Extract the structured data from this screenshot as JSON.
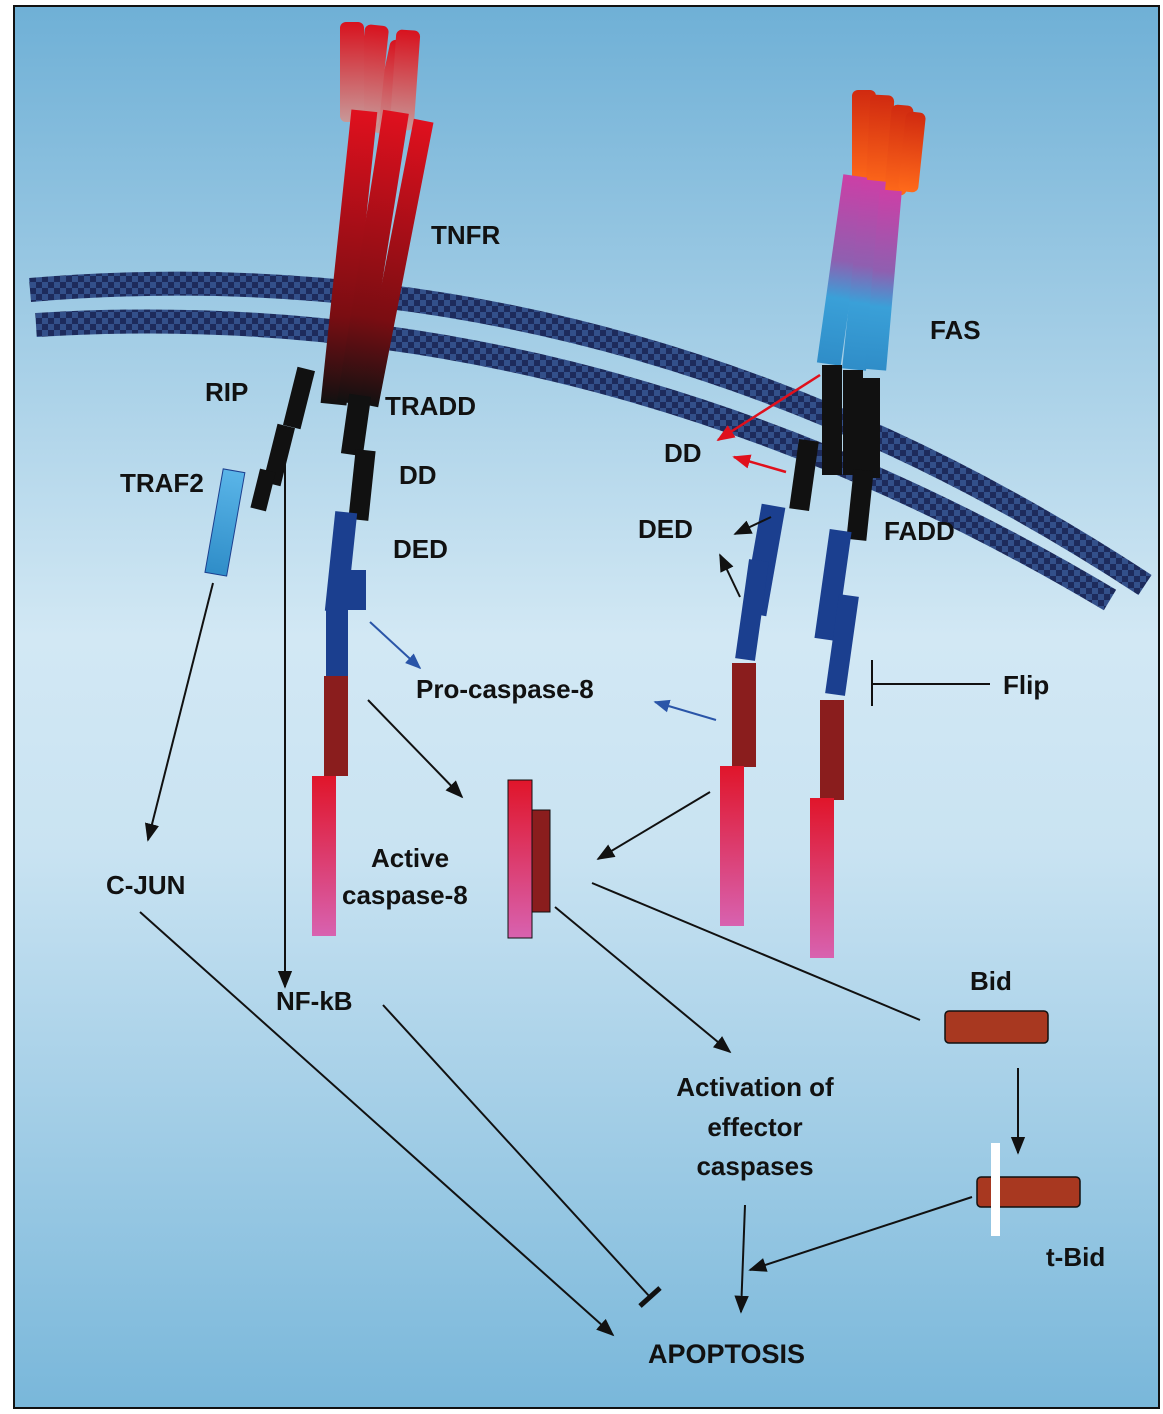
{
  "diagram": {
    "labels": {
      "tnfr": "TNFR",
      "fas": "FAS",
      "rip": "RIP",
      "tradd": "TRADD",
      "traf2": "TRAF2",
      "dd_left": "DD",
      "ded_left": "DED",
      "dd_right": "DD",
      "ded_right": "DED",
      "fadd": "FADD",
      "flip": "Flip",
      "pro_caspase8": "Pro-caspase-8",
      "active_line1": "Active",
      "active_line2": "caspase-8",
      "cjun": "C-JUN",
      "nfkb": "NF-kB",
      "bid": "Bid",
      "tbid": "t-Bid",
      "effector_line1": "Activation of",
      "effector_line2": "effector",
      "effector_line3": "caspases",
      "apoptosis": "APOPTOSIS"
    },
    "colors": {
      "background_top": "#6fb0d6",
      "background_mid": "#cfe6f3",
      "background_bottom": "#7db9db",
      "membrane": "#1d2b5c",
      "tnfr_red": "#d0121c",
      "fas_orange": "#e8420f",
      "fas_magenta": "#b0509a",
      "fas_blue": "#3aa0d8",
      "ded_blue": "#1b3f8f",
      "caspase_dark": "#8a1d1d",
      "caspase_red": "#d61a2e",
      "caspase_pink": "#d85aa8",
      "bid_brown": "#a83820",
      "arrow_red": "#e0101c",
      "arrow_blue": "#2a55a8"
    }
  }
}
